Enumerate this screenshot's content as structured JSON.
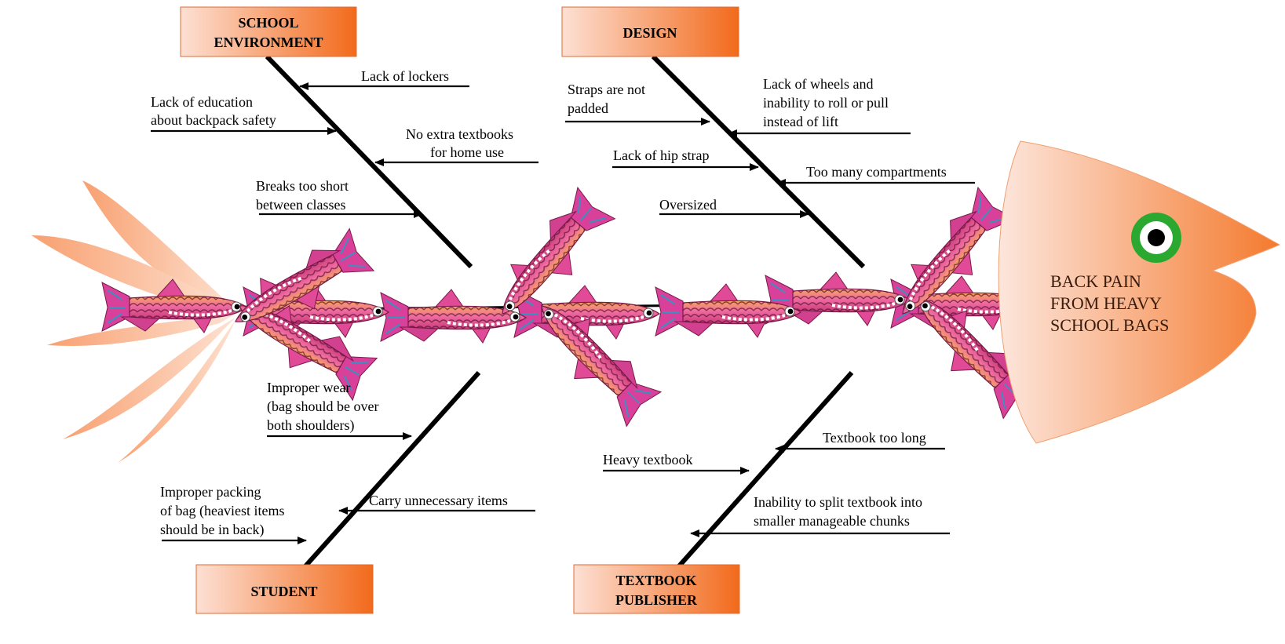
{
  "effect": {
    "lines": [
      "BACK PAIN",
      "FROM HEAVY",
      "SCHOOL BAGS"
    ]
  },
  "categories": [
    {
      "id": "school-environment",
      "label_lines": [
        "SCHOOL",
        "ENVIRONMENT"
      ],
      "causes": [
        {
          "lines": [
            "Lack of lockers"
          ]
        },
        {
          "lines": [
            "Lack of education",
            "about backpack safety"
          ]
        },
        {
          "lines": [
            "No extra textbooks",
            "for home use"
          ]
        },
        {
          "lines": [
            "Breaks too short",
            "between classes"
          ]
        }
      ]
    },
    {
      "id": "design",
      "label_lines": [
        "DESIGN"
      ],
      "causes": [
        {
          "lines": [
            "Straps are not",
            "padded"
          ]
        },
        {
          "lines": [
            "Lack of wheels and",
            "inability to roll or pull",
            "instead of lift"
          ]
        },
        {
          "lines": [
            "Lack of hip strap"
          ]
        },
        {
          "lines": [
            "Too many compartments"
          ]
        },
        {
          "lines": [
            "Oversized"
          ]
        }
      ]
    },
    {
      "id": "student",
      "label_lines": [
        "STUDENT"
      ],
      "causes": [
        {
          "lines": [
            "Improper wear",
            "(bag should be over",
            "both shoulders)"
          ]
        },
        {
          "lines": [
            "Improper packing",
            "of bag (heaviest items",
            "should be in back)"
          ]
        },
        {
          "lines": [
            "Carry unnecessary items"
          ]
        }
      ]
    },
    {
      "id": "textbook-publisher",
      "label_lines": [
        "TEXTBOOK",
        "PUBLISHER"
      ],
      "causes": [
        {
          "lines": [
            "Textbook too long"
          ]
        },
        {
          "lines": [
            "Heavy textbook"
          ]
        },
        {
          "lines": [
            "Inability to split textbook into",
            "smaller manageable chunks"
          ]
        }
      ]
    }
  ],
  "colors": {
    "box_gradient_start": "#fde0d4",
    "box_gradient_end": "#f26a1b",
    "head_gradient_start": "#fde6dc",
    "head_gradient_end": "#f47a2e",
    "eye_ring": "#2aa830",
    "fish_body": "#e0508a",
    "fish_belly": "#f7b060",
    "fin": "#f59060",
    "line": "#000000"
  }
}
